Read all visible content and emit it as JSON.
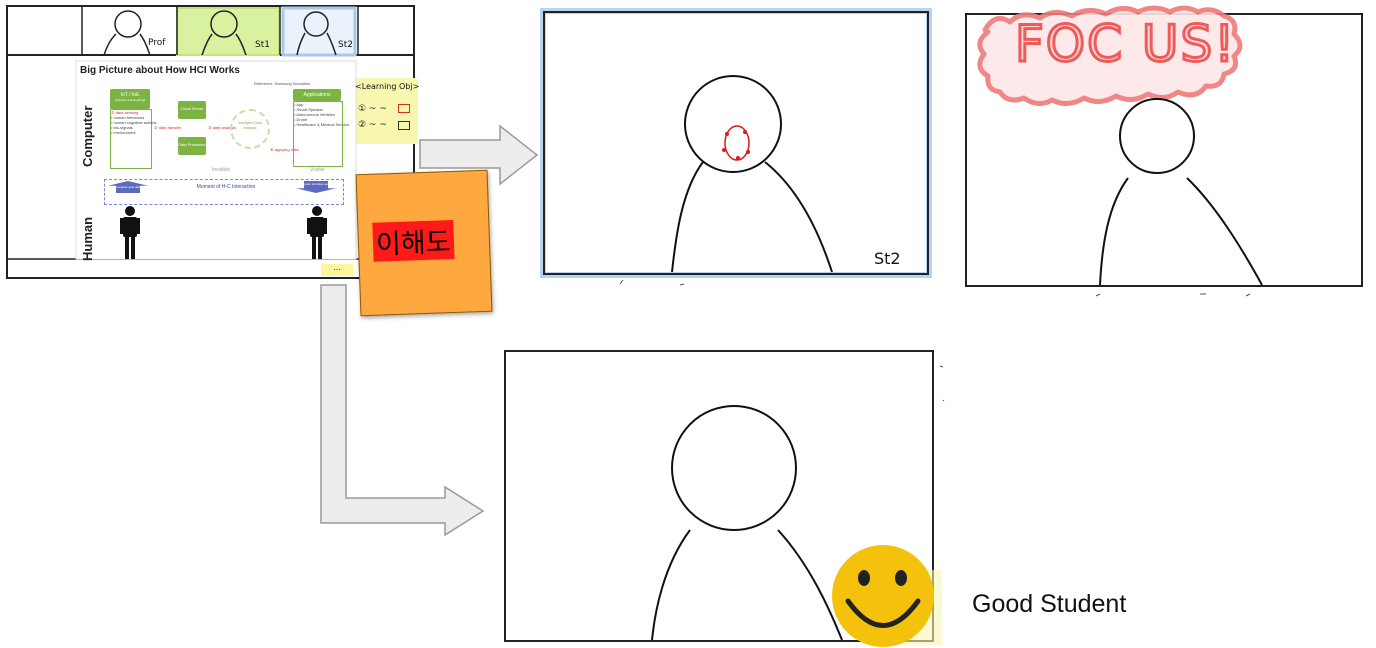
{
  "classroom_screen": {
    "participants": [
      {
        "label": "Prof"
      },
      {
        "label": "St1"
      },
      {
        "label": "St2"
      }
    ],
    "slide": {
      "title": "Big Picture about How HCI Works",
      "reference": "Reference: Samsung Securities",
      "side_labels": {
        "computer": "Computer",
        "human": "Human"
      },
      "iot_box": {
        "header": "IoT / IoE",
        "sub": "(Internet of Everything)"
      },
      "steps": [
        "① data sensing",
        "② data transfer",
        "③ data analysis",
        "④ applying data"
      ],
      "sensing_items": [
        "• human behaviors",
        "• human cognitive actions",
        "• bio-signals",
        "• environment"
      ],
      "cloud_label": "Cloud Server",
      "processor_label": "Data Processor",
      "analysis_label": "Intelligent Data Analysis",
      "applications": {
        "header": "Applications",
        "items": [
          "• App",
          "• Smart Speaker",
          "• Autonomous Vehicles",
          "• Drone",
          "• Healthcare & Medical Service"
        ]
      },
      "invisible_label": "Invisible",
      "visible_label": "Visible",
      "moment_label": "Moment of H-C Interaction",
      "left_arrow_label": "computer gets data",
      "right_arrow_label": "computer provides service"
    },
    "learning_objectives": {
      "title": "<Learning Obj>",
      "items": [
        "① ~ ~",
        "② ~ ~"
      ]
    },
    "more_button": "..."
  },
  "sticky_note": {
    "text": "이해도"
  },
  "student_view_marked": {
    "label": "St2"
  },
  "good_student": {
    "caption": "Good Student"
  },
  "focus_alert": {
    "text": "FOC US!"
  },
  "colors": {
    "blue_frame": "#a9c8ee",
    "green_highlight": "#d9f2a0",
    "sticky": "#ffa83f",
    "smiley": "#f4c20d",
    "focus": "#ef5b5b"
  }
}
